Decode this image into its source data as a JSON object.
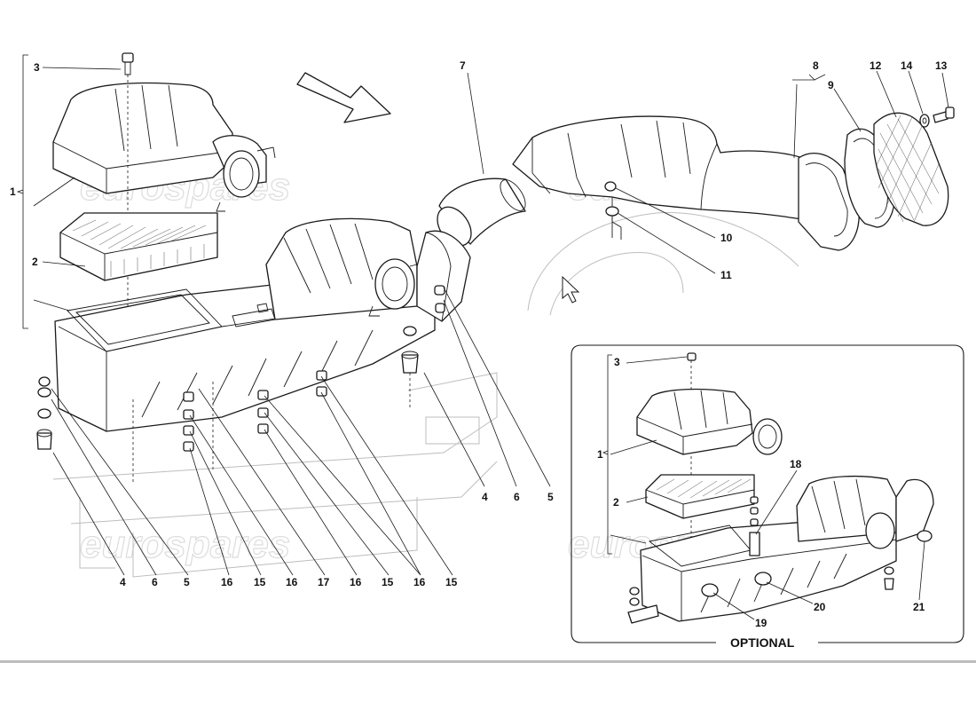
{
  "watermark": "eurospares",
  "inset": {
    "label": "OPTIONAL"
  },
  "callouts": {
    "main": [
      {
        "id": "c-1",
        "text": "1"
      },
      {
        "id": "c-2",
        "text": "2"
      },
      {
        "id": "c-3",
        "text": "3"
      },
      {
        "id": "c-7",
        "text": "7"
      },
      {
        "id": "c-8",
        "text": "8"
      },
      {
        "id": "c-9",
        "text": "9"
      },
      {
        "id": "c-12",
        "text": "12"
      },
      {
        "id": "c-14",
        "text": "14"
      },
      {
        "id": "c-13",
        "text": "13"
      },
      {
        "id": "c-10",
        "text": "10"
      },
      {
        "id": "c-11",
        "text": "11"
      },
      {
        "id": "c-4r",
        "text": "4"
      },
      {
        "id": "c-6r",
        "text": "6"
      },
      {
        "id": "c-5r",
        "text": "5"
      },
      {
        "id": "b-4",
        "text": "4"
      },
      {
        "id": "b-6",
        "text": "6"
      },
      {
        "id": "b-5",
        "text": "5"
      },
      {
        "id": "b-16a",
        "text": "16"
      },
      {
        "id": "b-15a",
        "text": "15"
      },
      {
        "id": "b-16b",
        "text": "16"
      },
      {
        "id": "b-17",
        "text": "17"
      },
      {
        "id": "b-16c",
        "text": "16"
      },
      {
        "id": "b-15b",
        "text": "15"
      },
      {
        "id": "b-16d",
        "text": "16"
      },
      {
        "id": "b-15c",
        "text": "15"
      }
    ],
    "inset": [
      {
        "id": "i-3",
        "text": "3"
      },
      {
        "id": "i-1",
        "text": "1"
      },
      {
        "id": "i-2",
        "text": "2"
      },
      {
        "id": "i-18",
        "text": "18"
      },
      {
        "id": "i-19",
        "text": "19"
      },
      {
        "id": "i-20",
        "text": "20"
      },
      {
        "id": "i-21",
        "text": "21"
      }
    ]
  }
}
